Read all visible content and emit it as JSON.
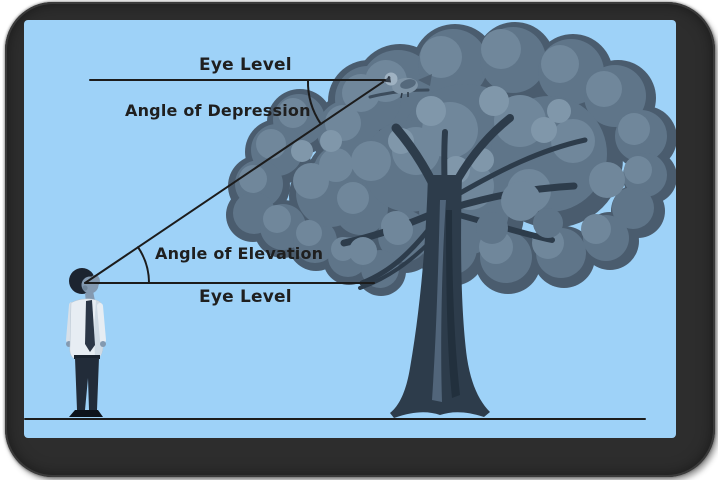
{
  "diagram": {
    "labels": {
      "eye_level_top": "Eye Level",
      "angle_of_depression": "Angle of Depression",
      "angle_of_elevation": "Angle of Elevation",
      "eye_level_bottom": "Eye Level"
    },
    "illustrations": [
      {
        "name": "observer-person",
        "description": "man standing at left, looking up"
      },
      {
        "name": "tree",
        "description": "large blue-toned tree on right"
      },
      {
        "name": "bird",
        "description": "bird perched at top of sight line"
      }
    ],
    "colors": {
      "canvas_background": "#9ed2f8",
      "frame": "#2d2d2d",
      "line": "#1c1c1c",
      "text": "#1f1f1f",
      "foliage_dark": "#4a5c6e",
      "foliage_mid": "#5f7589",
      "foliage_light": "#70879b",
      "foliage_lightest": "#8097aa",
      "trunk": "#2d3c4b"
    }
  }
}
